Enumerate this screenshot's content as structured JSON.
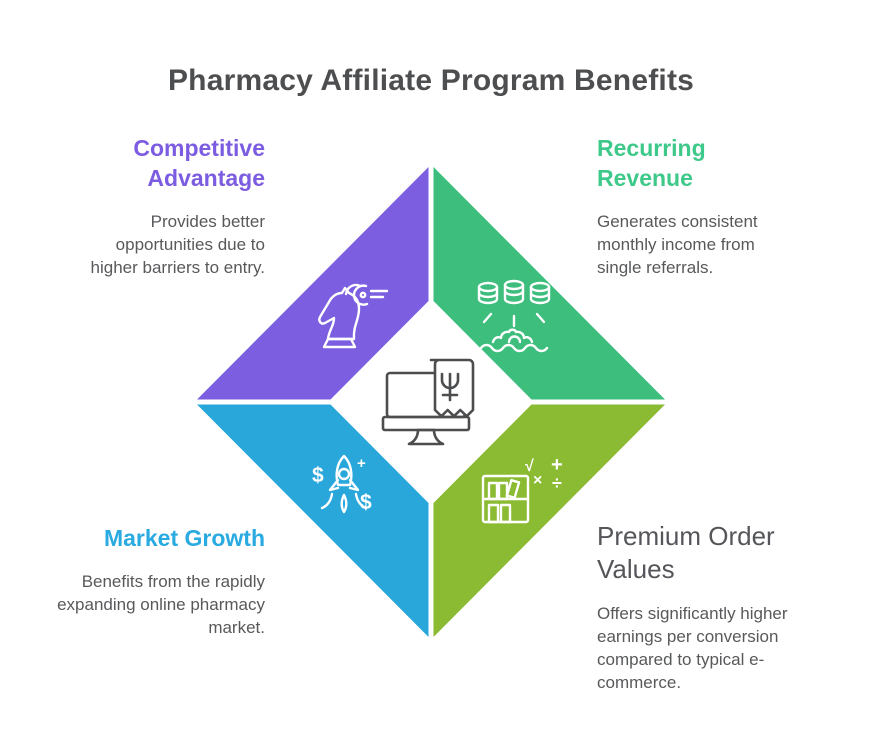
{
  "title": "Pharmacy Affiliate Program Benefits",
  "colors": {
    "purple": "#7B5FE0",
    "green": "#3DBE7D",
    "blue": "#29A7DB",
    "lime": "#8BBA33",
    "heading_purple": "#7C5CE0",
    "heading_green": "#3EC98A",
    "heading_blue": "#29AAE1",
    "heading_gray": "#55565A",
    "body_gray": "#58595B",
    "center_icon_stroke": "#4C4D4F",
    "quadrant_icon_stroke": "#FFFFFF"
  },
  "sections": [
    {
      "id": "competitive-advantage",
      "heading": "Competitive Advantage",
      "body": "Provides better opportunities due to higher barriers to entry.",
      "icon": "chess-knight-hand-icon"
    },
    {
      "id": "recurring-revenue",
      "heading": "Recurring Revenue",
      "body": "Generates consistent monthly income from single referrals.",
      "icon": "coin-stacks-hand-icon"
    },
    {
      "id": "market-growth",
      "heading": "Market Growth",
      "body": "Benefits from the rapidly expanding online pharmacy market.",
      "icon": "rocket-dollars-icon"
    },
    {
      "id": "premium-order-values",
      "heading": "Premium Order Values",
      "body": "Offers significantly higher earnings per conversion compared to typical e-commerce.",
      "icon": "bookshelf-math-icon"
    }
  ],
  "center_icon": "monitor-receipt-icon",
  "icon_glyphs": {
    "dollar": "$",
    "plus": "+",
    "multiply": "×",
    "divide": "÷",
    "sqrt": "√"
  }
}
